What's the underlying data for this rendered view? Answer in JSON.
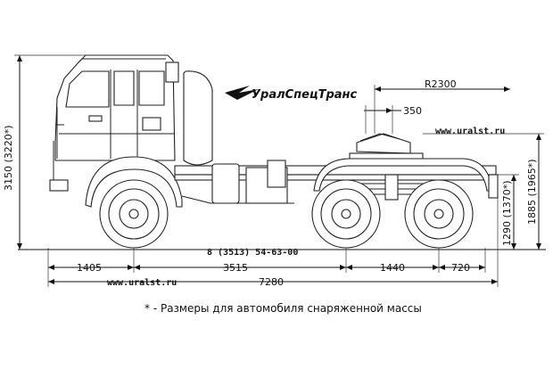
{
  "brand": {
    "logo_text": "УралСпецТранс"
  },
  "urls": {
    "top_right": "www.uralst.ru",
    "bottom": "www.uralst.ru"
  },
  "dimensions": {
    "radius": "R2300",
    "fifth_wheel_offset": "350",
    "height_total": "3150 (3220*)",
    "height_frame": "1290 (1370*)",
    "height_coupling": "1885 (1965*)",
    "front_overhang": "1405",
    "wheelbase_main": "3515",
    "bogie_spacing": "1440",
    "rear_overhang": "720",
    "total_length": "7280",
    "model_code": "8 (3513) 54-63-00"
  },
  "note": "* - Размеры для автомобиля снаряженной массы"
}
